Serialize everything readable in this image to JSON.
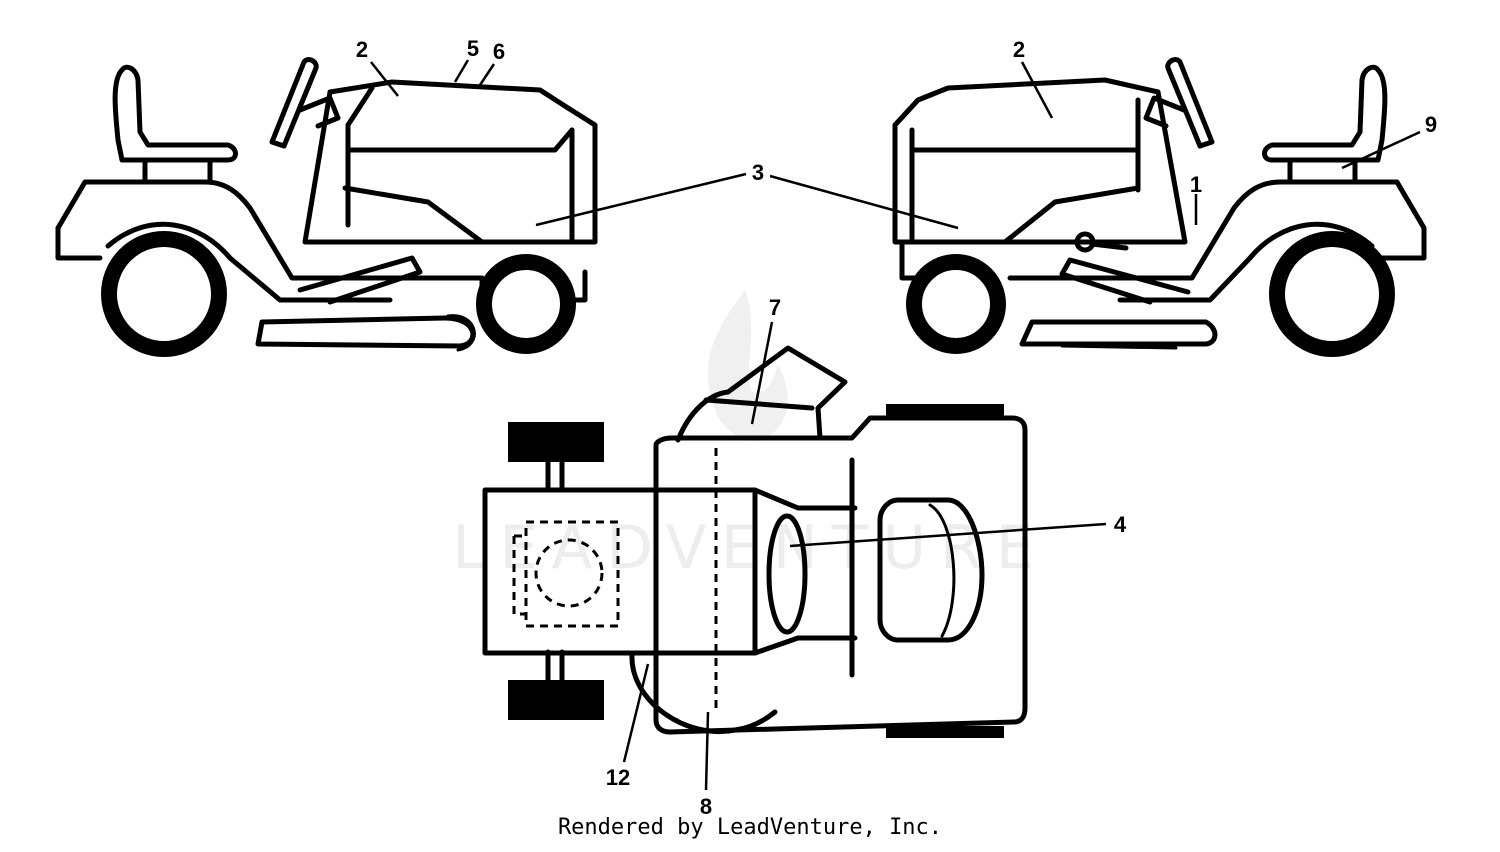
{
  "watermark": {
    "text": "LEADVENTURE"
  },
  "callouts": {
    "c1": "1",
    "c2a": "2",
    "c2b": "2",
    "c3": "3",
    "c4": "4",
    "c5": "5",
    "c6": "6",
    "c7": "7",
    "c8": "8",
    "c9": "9",
    "c12": "12"
  },
  "footer": {
    "credit": "Rendered by LeadVenture, Inc."
  }
}
